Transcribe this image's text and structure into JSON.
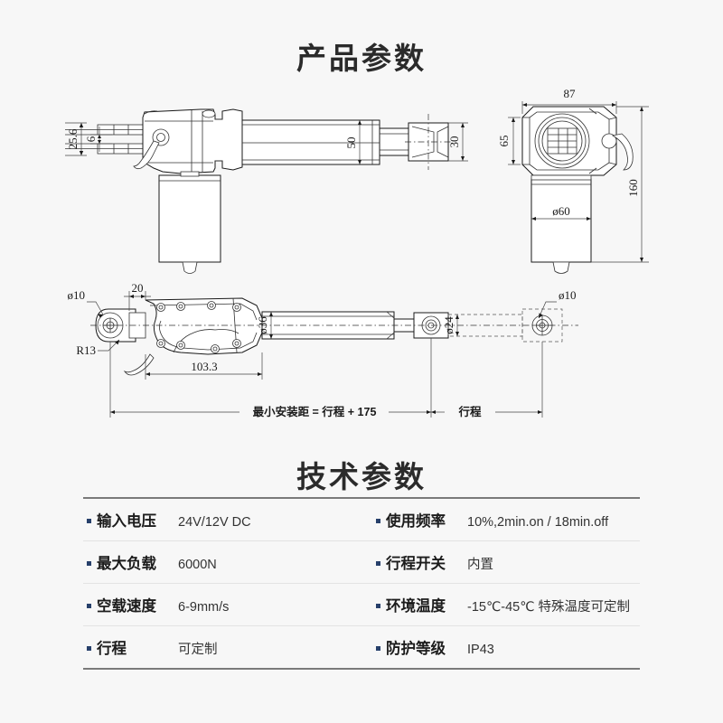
{
  "headings": {
    "product": "产品参数",
    "technical": "技术参数"
  },
  "drawings": {
    "top_view": {
      "name": "side-elevation",
      "dimensions": {
        "d_25_6": "25.6",
        "d_6": "6",
        "d_50": "50",
        "d_30": "30"
      }
    },
    "right_view": {
      "name": "front-elevation",
      "dimensions": {
        "d_87": "87",
        "d_65": "65",
        "d_160": "160",
        "d_60": "ø60"
      }
    },
    "bottom_view": {
      "name": "plan-view",
      "dimensions": {
        "d_10_left": "ø10",
        "d_20": "20",
        "r_13": "R13",
        "d_36": "ø36",
        "d_103_3": "103.3",
        "d_24": "ø24",
        "d_10_right": "ø10",
        "note_install": "最小安装距 = 行程 + 175",
        "note_stroke": "行程"
      }
    }
  },
  "spec_table": {
    "rows": [
      {
        "left": {
          "label": "输入电压",
          "value": "24V/12V DC"
        },
        "right": {
          "label": "使用频率",
          "value": "10%,2min.on / 18min.off"
        }
      },
      {
        "left": {
          "label": "最大负载",
          "value": "6000N"
        },
        "right": {
          "label": "行程开关",
          "value": "内置"
        }
      },
      {
        "left": {
          "label": "空载速度",
          "value": "6-9mm/s"
        },
        "right": {
          "label": "环境温度",
          "value": "-15℃-45℃ 特殊温度可定制"
        }
      },
      {
        "left": {
          "label": "行程",
          "value": "可定制"
        },
        "right": {
          "label": "防护等级",
          "value": "IP43"
        }
      }
    ]
  },
  "colors": {
    "background": "#f7f7f7",
    "heading": "#2b2b2b",
    "bullet": "#27406b",
    "rule": "#7a7a7a",
    "line": "#1a1a1a"
  }
}
